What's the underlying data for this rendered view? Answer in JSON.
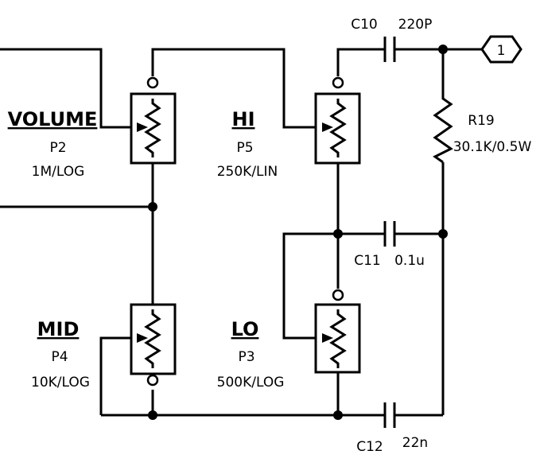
{
  "pots": {
    "volume": {
      "name": "VOLUME",
      "ref": "P2",
      "value": "1M/LOG"
    },
    "hi": {
      "name": "HI",
      "ref": "P5",
      "value": "250K/LIN"
    },
    "mid": {
      "name": "MID",
      "ref": "P4",
      "value": "10K/LOG"
    },
    "lo": {
      "name": "LO",
      "ref": "P3",
      "value": "500K/LOG"
    }
  },
  "caps": {
    "c10": {
      "ref": "C10",
      "value": "220P"
    },
    "c11": {
      "ref": "C11",
      "value": "0.1u"
    },
    "c12": {
      "ref": "C12",
      "value": "22n"
    }
  },
  "resistor": {
    "ref": "R19",
    "value": "30.1K/0.5W"
  },
  "connector": {
    "label": "1"
  }
}
